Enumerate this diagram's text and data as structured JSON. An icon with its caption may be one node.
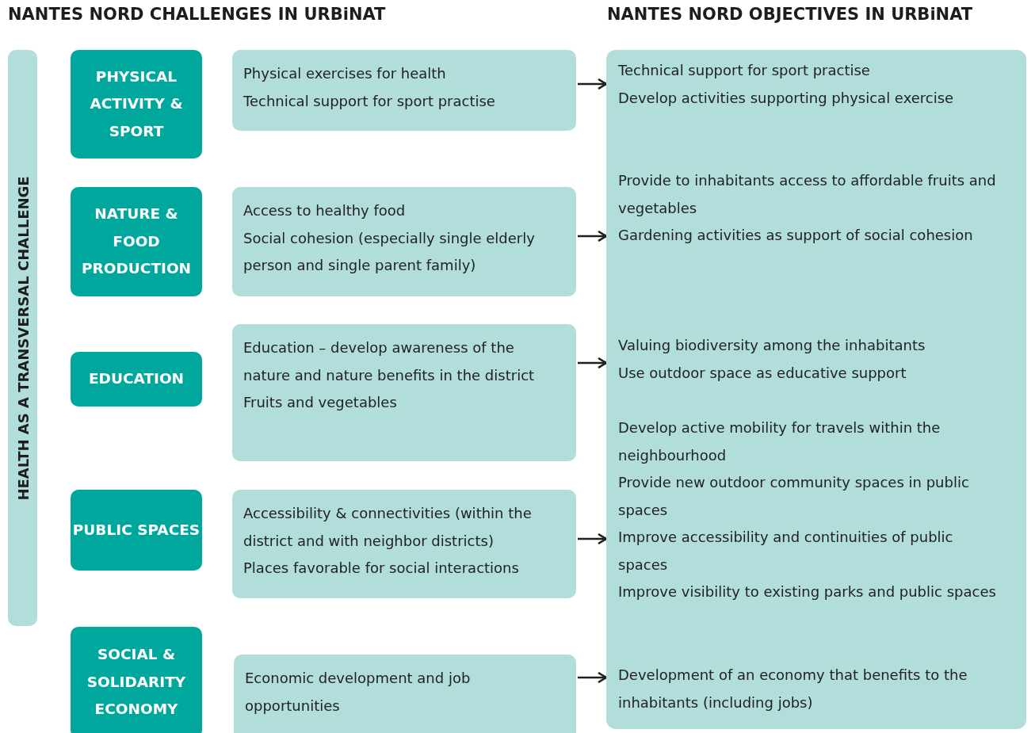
{
  "diagram": {
    "nodes": [
      {
        "text": [
          "HEALTH AS A TRANSVERSAL CHALLENGE"
        ]
      },
      {
        "text": [
          "PHYSICAL ACTIVITY & SPORT"
        ]
      },
      {
        "text": [
          "Physical exercises for health",
          "Technical support for sport practise"
        ]
      },
      {
        "text": [
          "NATURE & FOOD PRODUCTION"
        ]
      },
      {
        "text": [
          "Access to healthy food",
          "Social cohesion (especially single elderly person and single parent family)"
        ]
      },
      {
        "text": [
          "EDUCATION"
        ]
      },
      {
        "text": [
          "Education – develop awareness of the nature and nature benefits in the district",
          "Fruits and vegetables"
        ]
      },
      {
        "text": [
          "PUBLIC SPACES"
        ]
      },
      {
        "text": [
          "Accessibility & connectivities (within the district and with neighbor districts)",
          "Places favorable for social interactions"
        ]
      },
      {
        "text": [
          "SOCIAL & SOLIDARITY ECONOMY"
        ]
      },
      {
        "text": [
          "Economic development and job opportunities"
        ]
      },
      {
        "text": [],
        "shape": "box"
      },
      {
        "text": [
          "Technical support for sport practise",
          "Develop activities supporting physical exercise"
        ],
        "in": 11
      },
      {
        "text": [
          "Provide to inhabitants access to affordable fruits and vegetables",
          "Gardening activities as support of social cohesion"
        ],
        "in": 11
      },
      {
        "text": [
          "Valuing biodiversity among the inhabitants",
          "Use outdoor space as educative support"
        ],
        "in": 11
      },
      {
        "text": [
          "Develop active mobility for travels within the neighbourhood",
          "Provide new outdoor community spaces in public spaces",
          "Improve accessibility and continuities of public spaces",
          "Improve visibility to existing parks and public spaces"
        ],
        "in": 11
      },
      {
        "text": [
          "Development of an economy that benefits to the inhabitants (including jobs)"
        ],
        "in": 11
      }
    ],
    "edges": [
      {
        "from": 2,
        "to": 12,
        "arrow": "to"
      },
      {
        "from": 4,
        "to": 13,
        "arrow": "to"
      },
      {
        "from": 6,
        "to": 14,
        "arrow": "to"
      },
      {
        "from": 8,
        "to": 15,
        "arrow": "to"
      },
      {
        "from": 10,
        "to": 16,
        "arrow": "to"
      }
    ],
    "labels": [
      "NANTES NORD CHALLENGES IN URBiNAT",
      "NANTES NORD OBJECTIVES IN URBiNAT"
    ]
  }
}
